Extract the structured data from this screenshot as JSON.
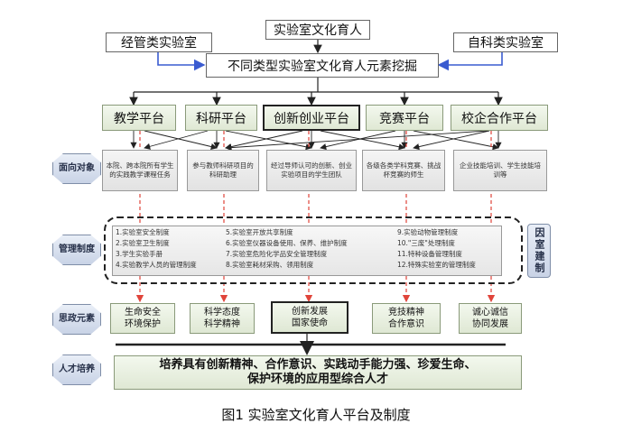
{
  "header": {
    "top_title": "实验室文化育人",
    "left_input": "经管类实验室",
    "right_input": "自科类实验室",
    "mining": "不同类型实验室文化育人元素挖掘"
  },
  "platforms": [
    {
      "label": "教学平台",
      "desc": "本院、跨本院所有学生的实践教学课程任务"
    },
    {
      "label": "科研平台",
      "desc": "参与教师科研项目的科研助理"
    },
    {
      "label": "创新创业平台",
      "desc": "经过导师认可的创新、创业实验项目的学生团队"
    },
    {
      "label": "竞赛平台",
      "desc": "各级各类学科竞赛、挑战杯竞赛的师生"
    },
    {
      "label": "校企合作平台",
      "desc": "企业技能培训、学生技能培训等"
    }
  ],
  "side_labels": {
    "target": "面向对象",
    "system": "管理制度",
    "ideology": "思政元素",
    "talent": "人才培养"
  },
  "management": {
    "col1": [
      "1.实验室安全制度",
      "2.实验室卫生制度",
      "3.学生实验手册",
      "4.实验教学人员的管理制度"
    ],
    "col2": [
      "5.实验室开放共享制度",
      "6.实验室仪器设备使用、保养、维护制度",
      "7.实验室危险化学品安全管理制度",
      "8.实验室耗材采购、领用制度"
    ],
    "col3": [
      "9.实验动物管理制度",
      "10.\"三废\"处理制度",
      "11.特种设备管理制度",
      "12.特殊实验室的管理制度"
    ],
    "side": "因室建制"
  },
  "ideology": [
    {
      "line1": "生命安全",
      "line2": "环境保护"
    },
    {
      "line1": "科学态度",
      "line2": "科学精神"
    },
    {
      "line1": "创新发展",
      "line2": "国家使命"
    },
    {
      "line1": "竞技精神",
      "line2": "合作意识"
    },
    {
      "line1": "诚心诚信",
      "line2": "协同发展"
    }
  ],
  "talent": {
    "line1": "培养具有创新精神、合作意识、实践动手能力强、珍爱生命、",
    "line2": "保护环境的应用型综合人才"
  },
  "caption": "图1    实验室文化育人平台及制度",
  "colors": {
    "arrow_red": "#e0443a",
    "arrow_blue": "#3a5bd0",
    "arrow_dark": "#222222"
  }
}
